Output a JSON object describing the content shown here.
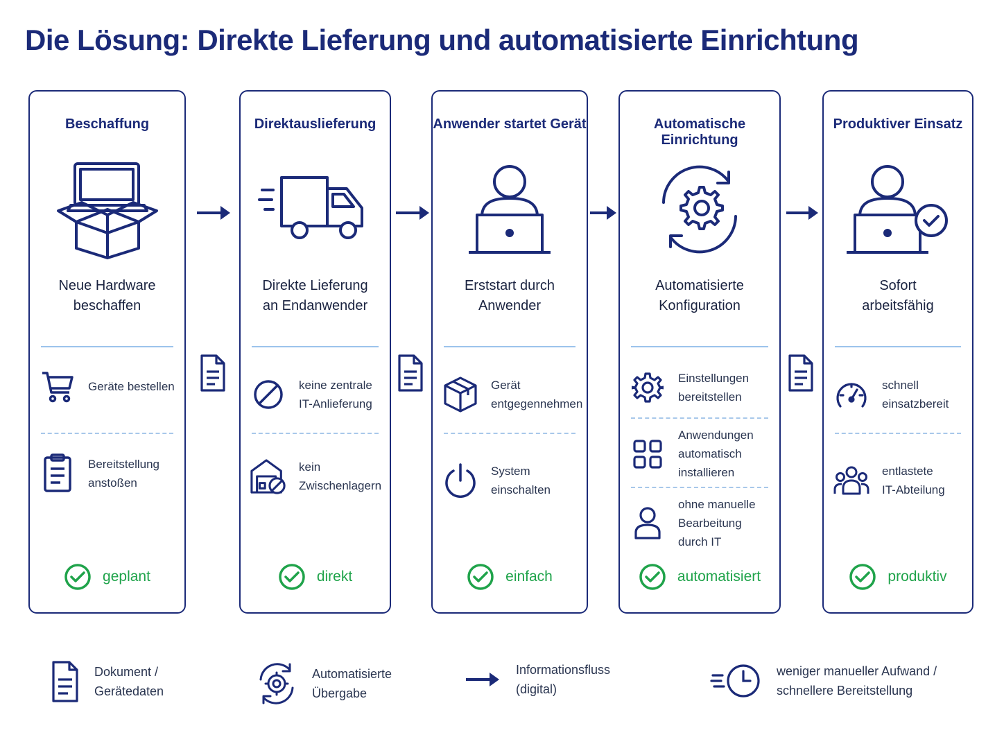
{
  "title": "Die Lösung: Direkte Lieferung und automatisierte Einrichtung",
  "colors": {
    "navy": "#1b2a78",
    "green": "#1fa34a",
    "separator": "#9cc3ec"
  },
  "steps": [
    {
      "heading": "Beschaffung",
      "icon": "laptop-box-icon",
      "description": "Neue Hardware\nbeschaffen",
      "items": [
        {
          "icon": "cart-icon",
          "text": "Geräte bestellen"
        },
        {
          "icon": "clipboard-icon",
          "text": "Bereitstellung\nanstoßen"
        }
      ],
      "status": "geplant"
    },
    {
      "heading": "Direktauslieferung",
      "icon": "delivery-truck-icon",
      "description": "Direkte Lieferung\nan Endanwender",
      "items": [
        {
          "icon": "prohibited-icon",
          "text": "keine zentrale\nIT-Anlieferung"
        },
        {
          "icon": "warehouse-blocked-icon",
          "text": "kein\nZwischenlagern"
        }
      ],
      "status": "direkt"
    },
    {
      "heading": "Anwender startet Gerät",
      "icon": "user-laptop-icon",
      "description": "Erststart durch\nAnwender",
      "items": [
        {
          "icon": "package-icon",
          "text": "Gerät\nentgegennehmen"
        },
        {
          "icon": "power-icon",
          "text": "System\neinschalten"
        }
      ],
      "status": "einfach"
    },
    {
      "heading": "Automatische Einrichtung",
      "icon": "gear-cycle-icon",
      "description": "Automatisierte\nKonfiguration",
      "items": [
        {
          "icon": "gear-icon",
          "text": "Einstellungen\nbereitstellen"
        },
        {
          "icon": "apps-grid-icon",
          "text": "Anwendungen\nautomatisch\ninstallieren"
        },
        {
          "icon": "user-icon",
          "text": "ohne manuelle\nBearbeitung\ndurch IT"
        }
      ],
      "status": "automatisiert"
    },
    {
      "heading": "Produktiver Einsatz",
      "icon": "user-laptop-check-icon",
      "description": "Sofort\narbeitsfähig",
      "items": [
        {
          "icon": "speedometer-icon",
          "text": "schnell\neinsatzbereit"
        },
        {
          "icon": "team-icon",
          "text": "entlastete\nIT-Abteilung"
        }
      ],
      "status": "produktiv"
    }
  ],
  "legend": [
    {
      "icon": "document-icon",
      "text": "Dokument /\nGerätedaten"
    },
    {
      "icon": "gear-cycle-icon",
      "text": "Automatisierte\nÜbergabe"
    },
    {
      "icon": "arrow-right-icon",
      "text": "Informationsfluss\n(digital)"
    },
    {
      "icon": "fast-clock-icon",
      "text": "weniger manueller Aufwand /\nschnellere Bereitstellung"
    }
  ]
}
